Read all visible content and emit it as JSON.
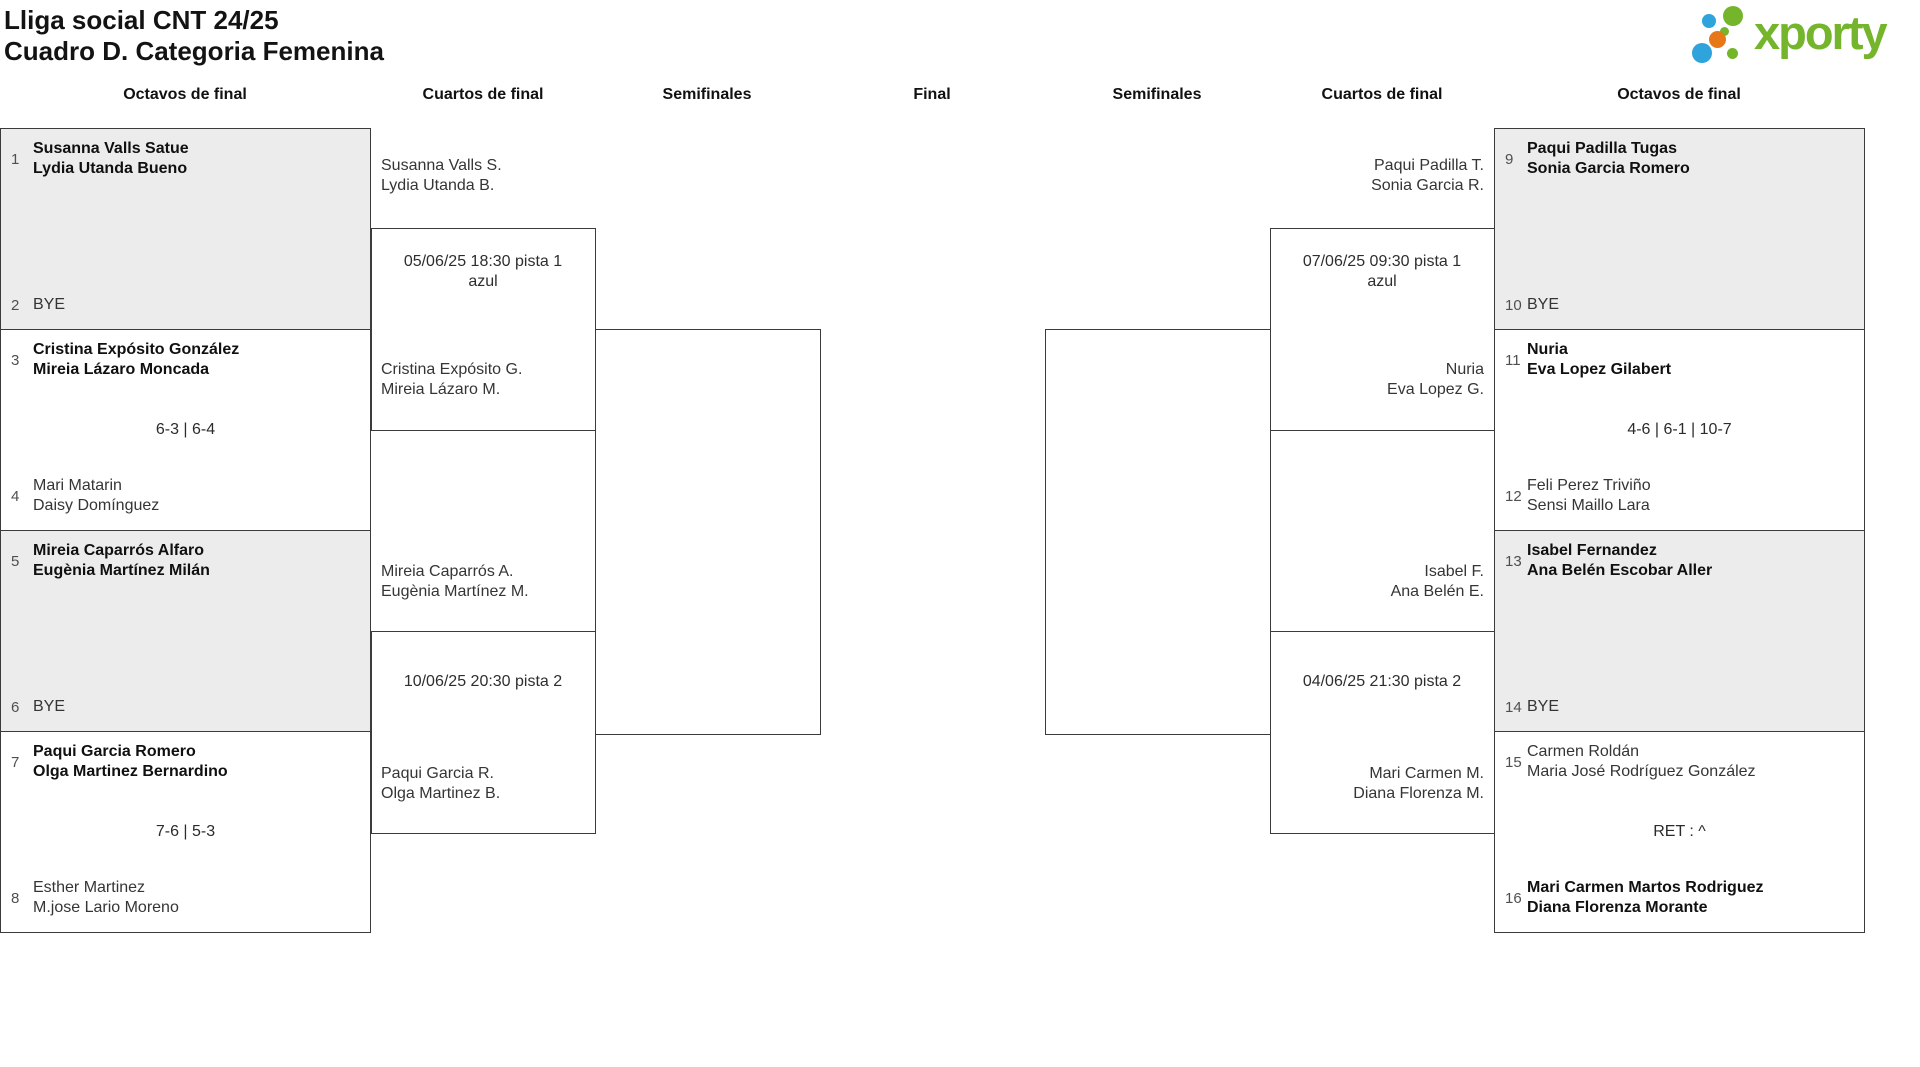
{
  "title": {
    "line1": "Lliga social CNT 24/25",
    "line2": "Cuadro D. Categoria Femenina"
  },
  "logo": {
    "text": "xporty",
    "green": "#74b52c",
    "blue": "#2ea3dc",
    "orange": "#e77817"
  },
  "round_headers": [
    "Octavos de final",
    "Cuartos de final",
    "Semifinales",
    "Final",
    "Semifinales",
    "Cuartos de final",
    "Octavos de final"
  ],
  "octavos_left": [
    {
      "top": {
        "seed": "1",
        "line1": "Susanna Valls Satue",
        "line2": "Lydia Utanda Bueno",
        "winner": true
      },
      "score": "",
      "bottom": {
        "seed": "2",
        "line1": "BYE",
        "line2": "",
        "winner": false
      }
    },
    {
      "top": {
        "seed": "3",
        "line1": "Cristina Expósito González",
        "line2": "Mireia Lázaro Moncada",
        "winner": true
      },
      "score": "6-3 | 6-4",
      "bottom": {
        "seed": "4",
        "line1": "Mari Matarin",
        "line2": "Daisy Domínguez",
        "winner": false
      }
    },
    {
      "top": {
        "seed": "5",
        "line1": "Mireia Caparrós Alfaro",
        "line2": "Eugènia Martínez Milán",
        "winner": true
      },
      "score": "",
      "bottom": {
        "seed": "6",
        "line1": "BYE",
        "line2": "",
        "winner": false
      }
    },
    {
      "top": {
        "seed": "7",
        "line1": "Paqui Garcia Romero",
        "line2": "Olga Martinez Bernardino",
        "winner": true
      },
      "score": "7-6 | 5-3",
      "bottom": {
        "seed": "8",
        "line1": "Esther Martinez",
        "line2": "M.jose Lario Moreno",
        "winner": false
      }
    }
  ],
  "octavos_right": [
    {
      "top": {
        "seed": "9",
        "line1": "Paqui Padilla Tugas",
        "line2": "Sonia Garcia Romero",
        "winner": true
      },
      "score": "",
      "bottom": {
        "seed": "10",
        "line1": "BYE",
        "line2": "",
        "winner": false
      }
    },
    {
      "top": {
        "seed": "11",
        "line1": "Nuria",
        "line2": "Eva Lopez Gilabert",
        "winner": true
      },
      "score": "4-6 | 6-1 | 10-7",
      "bottom": {
        "seed": "12",
        "line1": "Feli Perez Triviño",
        "line2": "Sensi Maillo Lara",
        "winner": false
      }
    },
    {
      "top": {
        "seed": "13",
        "line1": "Isabel Fernandez",
        "line2": "Ana Belén Escobar Aller",
        "winner": true
      },
      "score": "",
      "bottom": {
        "seed": "14",
        "line1": "BYE",
        "line2": "",
        "winner": false
      }
    },
    {
      "top": {
        "seed": "15",
        "line1": "Carmen Roldán",
        "line2": "Maria José Rodríguez González",
        "winner": false
      },
      "score": "RET : ^",
      "bottom": {
        "seed": "16",
        "line1": "Mari Carmen Martos Rodriguez",
        "line2": "Diana Florenza Morante",
        "winner": true
      }
    }
  ],
  "quarters_left": [
    {
      "team1_line1": "Susanna Valls S.",
      "team1_line2": "Lydia Utanda B.",
      "date_line1": "05/06/25 18:30 pista 1",
      "date_line2": "azul",
      "team2_line1": "Cristina Expósito G.",
      "team2_line2": "Mireia Lázaro M."
    },
    {
      "team1_line1": "Mireia Caparrós A.",
      "team1_line2": "Eugènia Martínez M.",
      "date_line1": "10/06/25 20:30 pista 2",
      "date_line2": "",
      "team2_line1": "Paqui Garcia R.",
      "team2_line2": "Olga Martinez B."
    }
  ],
  "quarters_right": [
    {
      "team1_line1": "Paqui Padilla T.",
      "team1_line2": "Sonia Garcia R.",
      "date_line1": "07/06/25 09:30 pista 1",
      "date_line2": "azul",
      "team2_line1": "Nuria",
      "team2_line2": "Eva Lopez G."
    },
    {
      "team1_line1": "Isabel F.",
      "team1_line2": "Ana Belén E.",
      "date_line1": "04/06/25 21:30 pista 2",
      "date_line2": "",
      "team2_line1": "Mari Carmen M.",
      "team2_line2": "Diana Florenza M."
    }
  ]
}
